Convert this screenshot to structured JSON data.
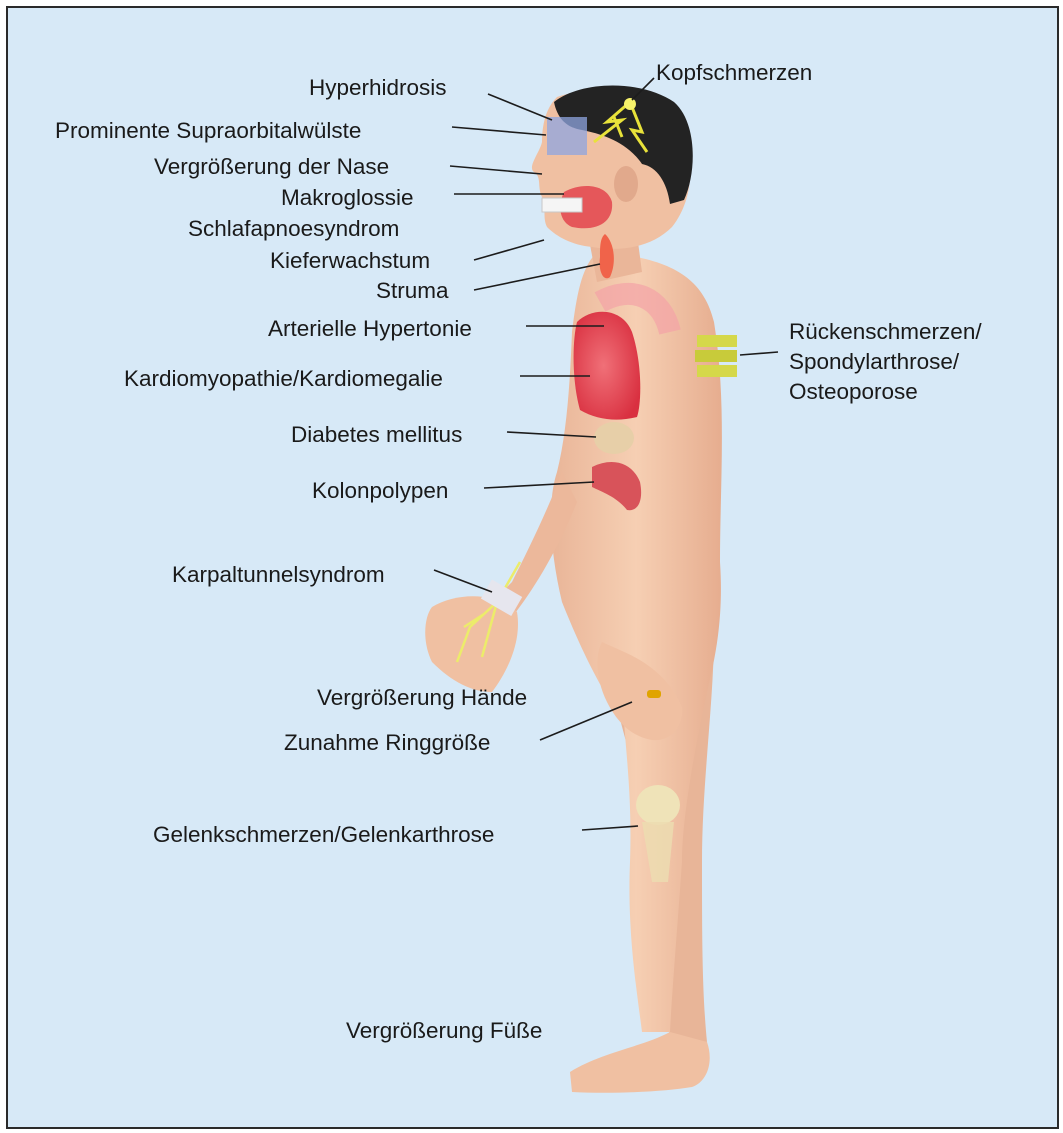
{
  "labels": {
    "hyperhidrosis": "Hyperhidrosis",
    "kopfschmerzen": "Kopfschmerzen",
    "supraorbital": "Prominente Supraorbitalwülste",
    "nase": "Vergrößerung der Nase",
    "makroglossie": "Makroglossie",
    "schlafapnoe": "Schlafapnoesyndrom",
    "kiefer": "Kieferwachstum",
    "struma": "Struma",
    "hypertonie": "Arterielle Hypertonie",
    "kardio": "Kardiomyopathie/Kardiomegalie",
    "ruecken1": "Rückenschmerzen/",
    "ruecken2": "Spondylarthrose/",
    "ruecken3": "Osteoporose",
    "diabetes": "Diabetes mellitus",
    "kolon": "Kolonpolypen",
    "karpal": "Karpaltunnelsyndrom",
    "haende": "Vergrößerung Hände",
    "ring": "Zunahme Ringgröße",
    "gelenk": "Gelenkschmerzen/Gelenkarthrose",
    "fuesse": "Vergrößerung Füße"
  },
  "colors": {
    "background": "#d7e9f7",
    "skin": "#f2c4a6",
    "hair": "#232323",
    "lungs": "#e8404a",
    "thyroid": "#f0634a",
    "nerve": "#e8e23a",
    "spine": "#c8cb3a"
  }
}
